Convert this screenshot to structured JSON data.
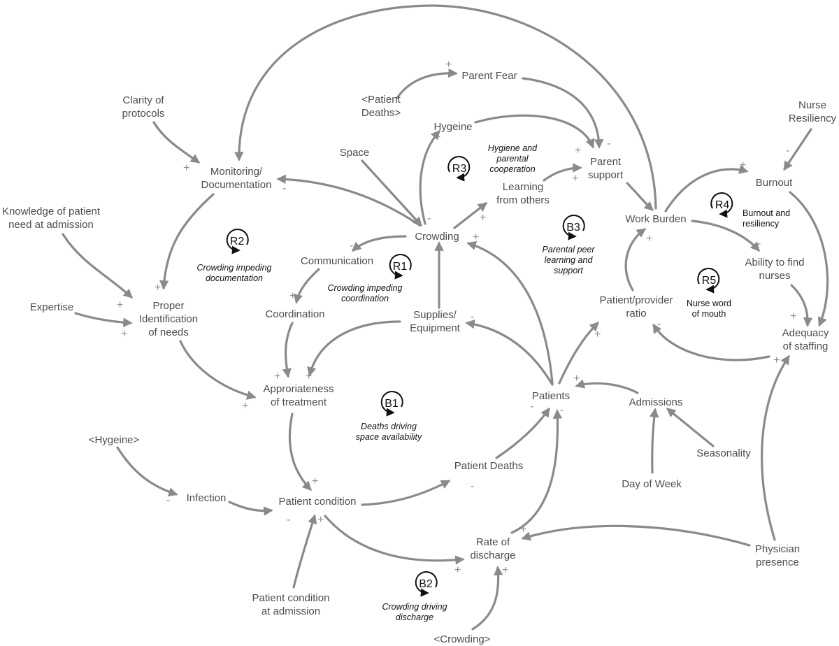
{
  "colors": {
    "edge": "#8a8a8a",
    "node_text": "#4d4d4d",
    "sign": "#8c8c8c",
    "loop": "#111111"
  },
  "nodes": {
    "patient_deaths_ref": [
      "<Patient",
      "Deaths>"
    ],
    "parent_fear": [
      "Parent Fear"
    ],
    "hygeine": [
      "Hygeine"
    ],
    "space": [
      "Space"
    ],
    "clarity": [
      "Clarity of",
      "protocols"
    ],
    "monitoring": [
      "Monitoring/",
      "Documentation"
    ],
    "knowledge": [
      "Knowledge of patient",
      "need at admission"
    ],
    "expertise": [
      "Expertise"
    ],
    "proper_id": [
      "Proper",
      "Identification",
      "of needs"
    ],
    "crowding": [
      "Crowding"
    ],
    "learning": [
      "Learning",
      "from others"
    ],
    "parent_support": [
      "Parent",
      "support"
    ],
    "work_burden": [
      "Work Burden"
    ],
    "nurse_resiliency": [
      "Nurse",
      "Resiliency"
    ],
    "burnout": [
      "Burnout"
    ],
    "ability": [
      "Ability to find",
      "nurses"
    ],
    "adequacy": [
      "Adequacy",
      "of staffing"
    ],
    "ppr": [
      "Patient/provider",
      "ratio"
    ],
    "communication": [
      "Communication"
    ],
    "coordination": [
      "Coordination"
    ],
    "supplies": [
      "Supplies/",
      "Equipment"
    ],
    "appropriateness": [
      "Approriateness",
      "of treatment"
    ],
    "patients": [
      "Patients"
    ],
    "admissions": [
      "Admissions"
    ],
    "seasonality": [
      "Seasonality"
    ],
    "day_of_week": [
      "Day of Week"
    ],
    "hygeine_ref": [
      "<Hygeine>"
    ],
    "infection": [
      "Infection"
    ],
    "patient_condition": [
      "Patient condition"
    ],
    "patient_deaths": [
      "Patient Deaths"
    ],
    "rate_discharge": [
      "Rate of",
      "discharge"
    ],
    "physician": [
      "Physician",
      "presence"
    ],
    "pc_admission": [
      "Patient condition",
      "at admission"
    ],
    "crowding_ref": [
      "<Crowding>"
    ]
  },
  "loops": {
    "R1": {
      "id": "R1",
      "label": [
        "Crowding impeding",
        "coordination"
      ]
    },
    "R2": {
      "id": "R2",
      "label": [
        "Crowding impeding",
        "documentation"
      ]
    },
    "R3": {
      "id": "R3",
      "label": [
        "Hygiene and",
        "parental",
        "cooperation"
      ]
    },
    "R4": {
      "id": "R4",
      "label": [
        "Burnout and",
        "resiliency"
      ]
    },
    "R5": {
      "id": "R5",
      "label": [
        "Nurse word",
        "of mouth"
      ]
    },
    "B1": {
      "id": "B1",
      "label": [
        "Deaths driving",
        "space availability"
      ]
    },
    "B2": {
      "id": "B2",
      "label": [
        "Crowding driving",
        "discharge"
      ]
    },
    "B3": {
      "id": "B3",
      "label": [
        "Parental peer",
        "learning and",
        "support"
      ]
    }
  },
  "signs": {
    "plus": "+",
    "minus": "-"
  }
}
